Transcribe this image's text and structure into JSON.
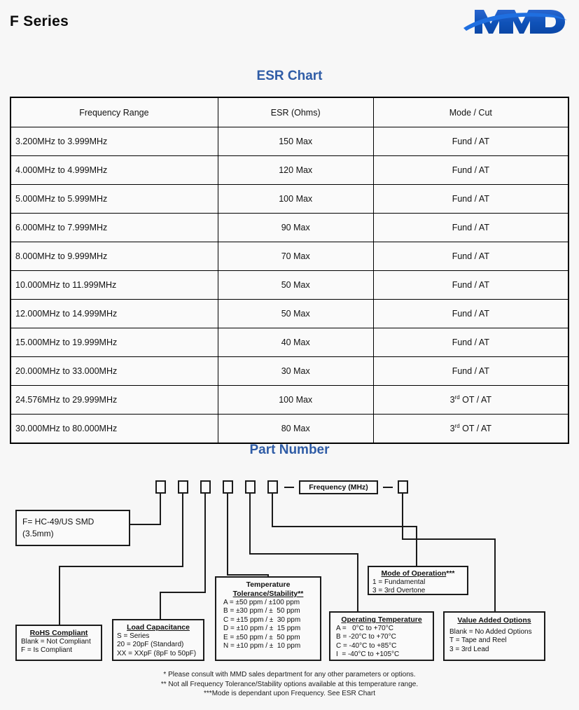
{
  "header": {
    "title": "F Series",
    "logo_text": "MMD",
    "logo_color": "#1455c0"
  },
  "esr_section": {
    "heading": "ESR Chart",
    "columns": [
      "Frequency Range",
      "ESR (Ohms)",
      "Mode / Cut"
    ],
    "rows": [
      [
        "3.200MHz to 3.999MHz",
        "150 Max",
        "Fund / AT"
      ],
      [
        "4.000MHz to 4.999MHz",
        "120 Max",
        "Fund / AT"
      ],
      [
        "5.000MHz to 5.999MHz",
        "100 Max",
        "Fund / AT"
      ],
      [
        "6.000MHz to 7.999MHz",
        "90 Max",
        "Fund / AT"
      ],
      [
        "8.000MHz to 9.999MHz",
        "70 Max",
        "Fund / AT"
      ],
      [
        "10.000MHz to 11.999MHz",
        "50 Max",
        "Fund / AT"
      ],
      [
        "12.000MHz to 14.999MHz",
        "50 Max",
        "Fund / AT"
      ],
      [
        "15.000MHz to 19.999MHz",
        "40 Max",
        "Fund / AT"
      ],
      [
        "20.000MHz to 33.000MHz",
        "30 Max",
        "Fund / AT"
      ],
      [
        "24.576MHz to 29.999MHz",
        "100 Max",
        "3rd OT / AT"
      ],
      [
        "30.000MHz to 80.000MHz",
        "80 Max",
        "3rd OT / AT"
      ]
    ]
  },
  "part_number": {
    "heading": "Part Number",
    "frequency_field": "Frequency (MHz)",
    "separator": "—",
    "code_slots": 7,
    "package": {
      "line1": "F= HC-49/US SMD",
      "line2": "(3.5mm)"
    },
    "rohs": {
      "title": "RoHS Compliant",
      "items": [
        "Blank = Not Compliant",
        "F = Is Compliant"
      ]
    },
    "load_capacitance": {
      "title": "Load Capacitance",
      "items": [
        "S = Series",
        "20 = 20pF (Standard)",
        "XX = XXpF (8pF to 50pF)"
      ]
    },
    "temperature_tolerance": {
      "title_line1": "Temperature",
      "title_line2": "Tolerance/Stability**",
      "items": [
        "A = ±50 ppm / ±100 ppm",
        "B = ±30 ppm / ±  50 ppm",
        "C = ±15 ppm / ±  30 ppm",
        "D = ±10 ppm / ±  15 ppm",
        "E = ±50 ppm / ±  50 ppm",
        "N = ±10 ppm / ±  10 ppm"
      ]
    },
    "operating_temperature": {
      "title": "Operating Temperature",
      "items": [
        "A =   0°C to +70°C",
        "B = -20°C to +70°C",
        "C = -40°C to +85°C",
        "I  = -40°C to +105°C"
      ]
    },
    "mode_of_operation": {
      "title": "Mode of Operation",
      "title_suffix": "***",
      "items": [
        "1 = Fundamental",
        "3 = 3rd Overtone"
      ]
    },
    "value_added_options": {
      "title": "Value Added Options",
      "items": [
        "Blank = No Added Options",
        "T = Tape and Reel",
        "3 = 3rd Lead"
      ]
    }
  },
  "footnotes": [
    "* Please consult with MMD sales department for any other parameters or options.",
    "** Not all Frequency Tolerance/Stability options available at this temperature range.",
    "***Mode is dependant upon Frequency. See ESR Chart"
  ],
  "colors": {
    "heading_blue": "#2f5ca6",
    "ink": "#1b1b1b",
    "page_bg": "#f7f7f7"
  }
}
